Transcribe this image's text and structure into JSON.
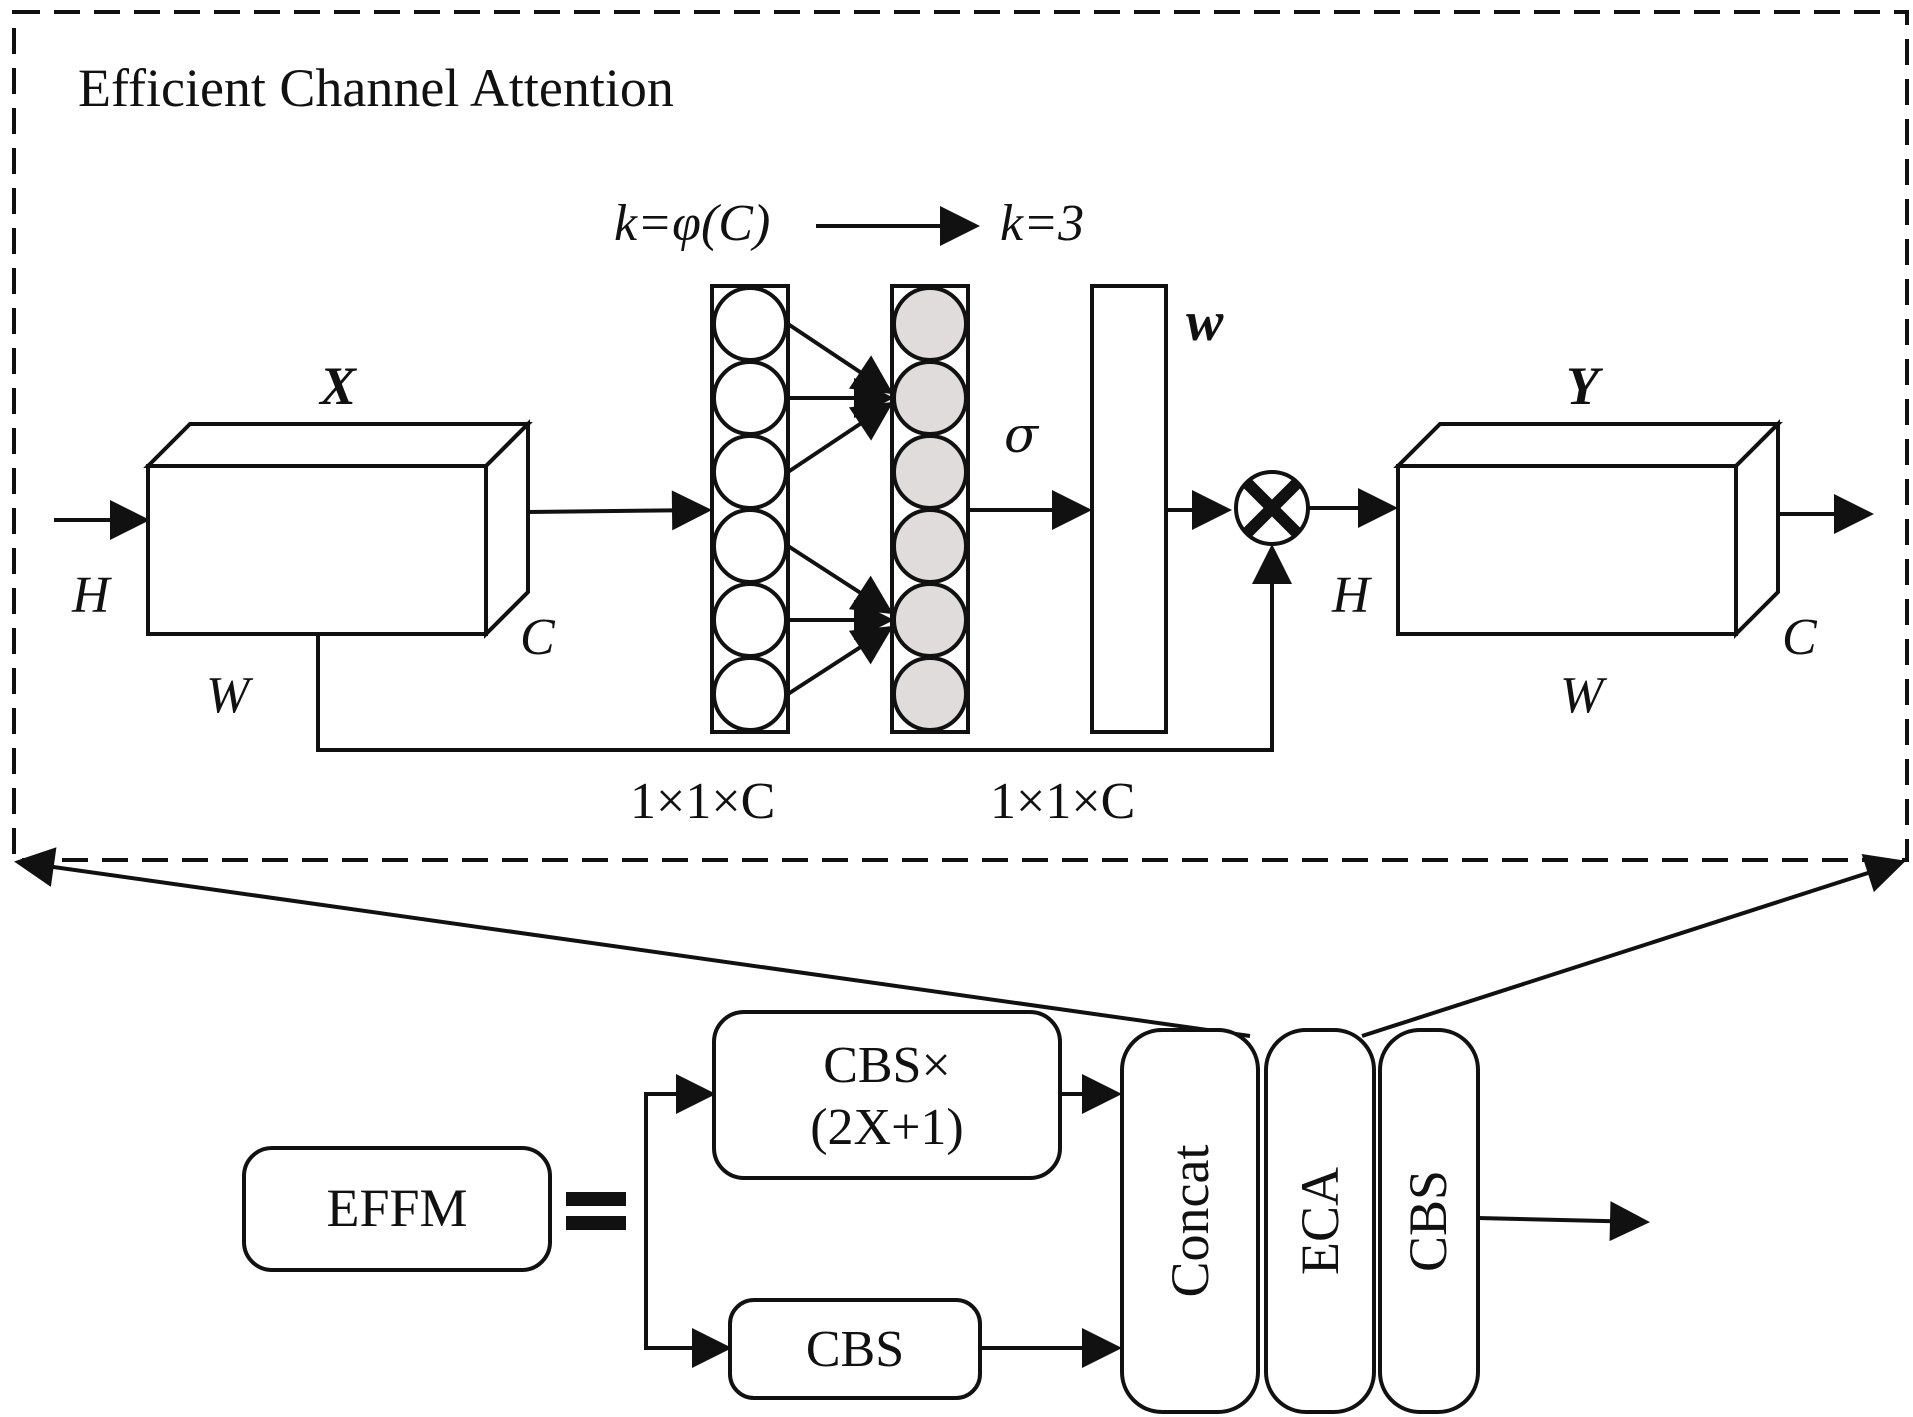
{
  "title": "Efficient Channel Attention",
  "formula": {
    "left": "k=φ(C)",
    "right": "k=3"
  },
  "labels": {
    "X": "X",
    "Y": "Y",
    "w": "w",
    "sigma": "σ",
    "H_in": "H",
    "W_in": "W",
    "C_in": "C",
    "H_out": "H",
    "W_out": "W",
    "C_out": "C",
    "dim1": "1×1×C",
    "dim2": "1×1×C"
  },
  "module": {
    "name": "EFFM",
    "equals": "=",
    "branch_top_line1": "CBS×",
    "branch_top_line2": "(2X+1)",
    "branch_bottom": "CBS",
    "concat": "Concat",
    "eca": "ECA",
    "cbs": "CBS"
  },
  "colors": {
    "line": "#111111",
    "shaded_circle": "#e0dcdc",
    "background": "#ffffff"
  }
}
